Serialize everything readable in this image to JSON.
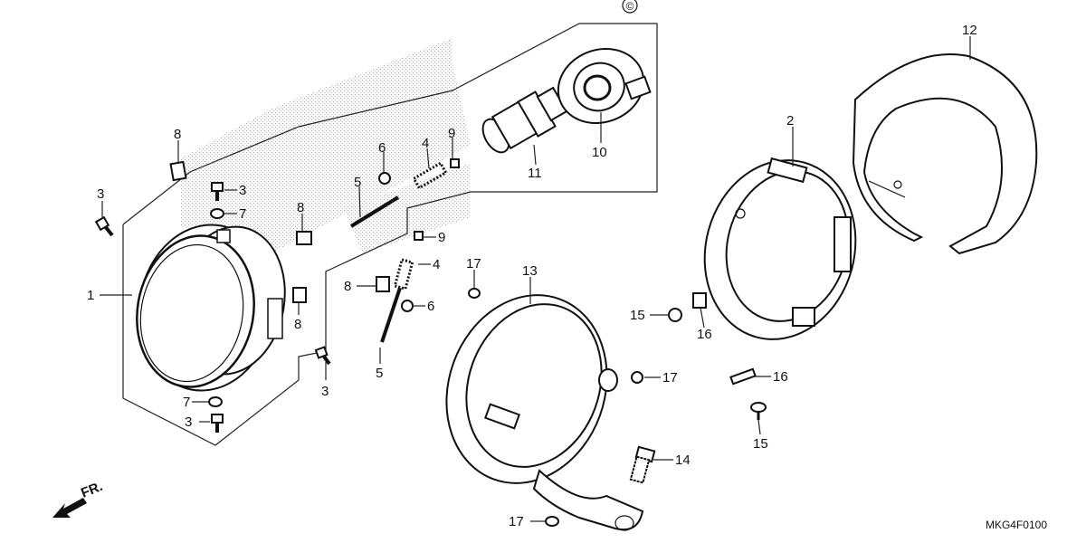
{
  "diagram": {
    "copyright_symbol": "©",
    "diagram_code": "MKG4F0100",
    "front_arrow_label": "FR.",
    "callouts": {
      "c1": "1",
      "c2": "2",
      "c3a": "3",
      "c3b": "3",
      "c3c": "3",
      "c3d": "3",
      "c4a": "4",
      "c4b": "4",
      "c5a": "5",
      "c5b": "5",
      "c6a": "6",
      "c6b": "6",
      "c7a": "7",
      "c7b": "7",
      "c8a": "8",
      "c8b": "8",
      "c8c": "8",
      "c8d": "8",
      "c9a": "9",
      "c9b": "9",
      "c10": "10",
      "c11": "11",
      "c12": "12",
      "c13": "13",
      "c14": "14",
      "c15a": "15",
      "c15b": "15",
      "c16a": "16",
      "c16b": "16",
      "c17a": "17",
      "c17b": "17",
      "c17c": "17"
    }
  }
}
